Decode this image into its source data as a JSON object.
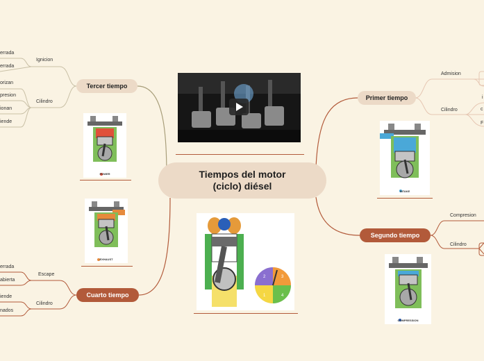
{
  "central": {
    "title": "Tiempos del motor\n(ciclo) diésel"
  },
  "branches": {
    "primer": {
      "label": "Primer tiempo"
    },
    "segundo": {
      "label": "Segundo tiempo"
    },
    "tercer": {
      "label": "Tercer tiempo"
    },
    "cuarto": {
      "label": "Cuarto tiempo"
    }
  },
  "sub": {
    "admision": "Admision",
    "cilindro_primer": "Cilindro",
    "compresion": "Compresion",
    "cilindro_segundo": "Cilindro",
    "ignicion": "Ignicion",
    "cilindro_tercer": "Cilindro",
    "escape": "Escape",
    "cilindro_cuarto": "Cilindro"
  },
  "leaves": {
    "tercer_1": "errada",
    "tercer_2": "errada",
    "tercer_3": "orizan",
    "tercer_4": "presion",
    "tercer_5": "ionan",
    "tercer_6": "iende",
    "cuarto_1": "errada",
    "cuarto_2": "abierta",
    "cuarto_3": "iende",
    "cuarto_4": "nados",
    "primer_1": "i",
    "primer_2": "c",
    "primer_3": "F"
  },
  "images": {
    "power_caption": "POWER",
    "exhaust_caption": "EXHAUST",
    "intake_caption": "INTAKE",
    "compression_caption": "COMPRESSION",
    "wheel_numbers": [
      "1",
      "2",
      "3",
      "4"
    ]
  },
  "colors": {
    "background": "#faf3e3",
    "central": "#ecdac7",
    "branch_light": "#ecdac7",
    "branch_dark": "#b25a3a",
    "line_left": "#a89e7a",
    "line_right": "#b25a3a"
  }
}
